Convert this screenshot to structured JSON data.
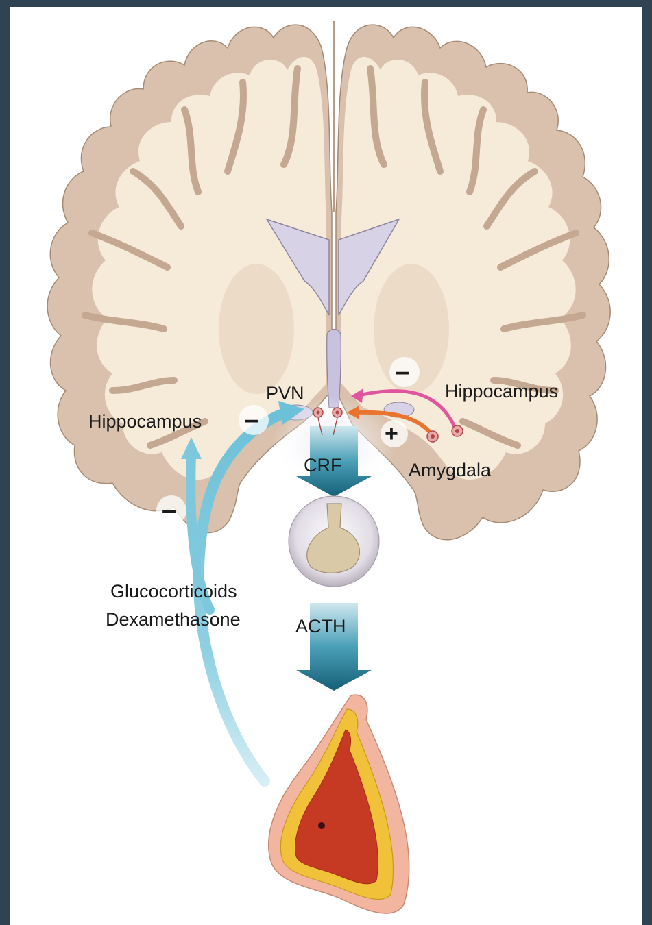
{
  "labels": {
    "pvn": "PVN",
    "hippocampus_left": "Hippocampus",
    "hippocampus_right": "Hippocampus",
    "amygdala": "Amygdala",
    "crf": "CRF",
    "acth": "ACTH",
    "glucocorticoids": "Glucocorticoids",
    "dexamethasone": "Dexamethasone"
  },
  "signs": {
    "left_hippocampus": "–",
    "right_hippocampus": "–",
    "amygdala": "+",
    "feedback": "–"
  },
  "colors": {
    "frame": "#2f4352",
    "cortex": "#d9c1ad",
    "white_matter": "#f6ead9",
    "ventricle": "#d8d2e6",
    "glucocorticoid_arrow": "#7ec8dd",
    "hippocampus_arrow": "#e0559e",
    "amygdala_arrow": "#e8742e",
    "hormone_arrow": "#1c7d97",
    "adrenal_cortex": "#f1c13a",
    "adrenal_medulla": "#c63a24"
  }
}
